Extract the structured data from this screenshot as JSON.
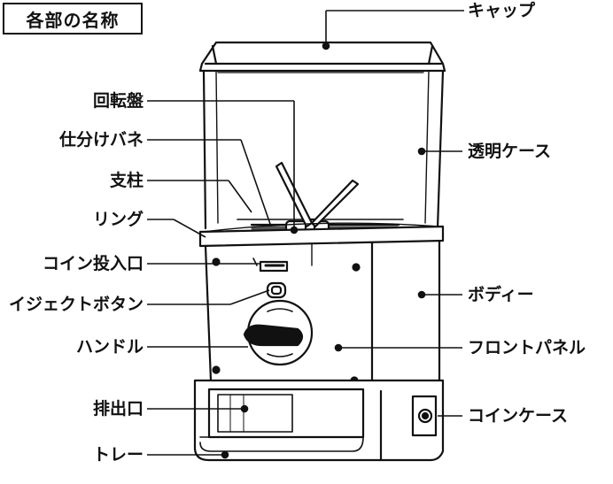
{
  "title": "各部の名称",
  "labels": {
    "cap": "キャップ",
    "turntable": "回転盤",
    "divider_spring": "仕分けバネ",
    "post": "支柱",
    "ring": "リング",
    "coin_slot": "コイン投入口",
    "eject_button": "イジェクトボタン",
    "handle": "ハンドル",
    "outlet": "排出口",
    "tray": "トレー",
    "clear_case": "透明ケース",
    "body": "ボディー",
    "front_panel": "フロントパネル",
    "coin_case": "コインケース"
  },
  "colors": {
    "ink": "#111111",
    "spring": "#555555",
    "background": "#ffffff"
  },
  "icons": [
    "coin-case-lock-icon",
    "eject-button-icon",
    "handle-knob-icon"
  ]
}
